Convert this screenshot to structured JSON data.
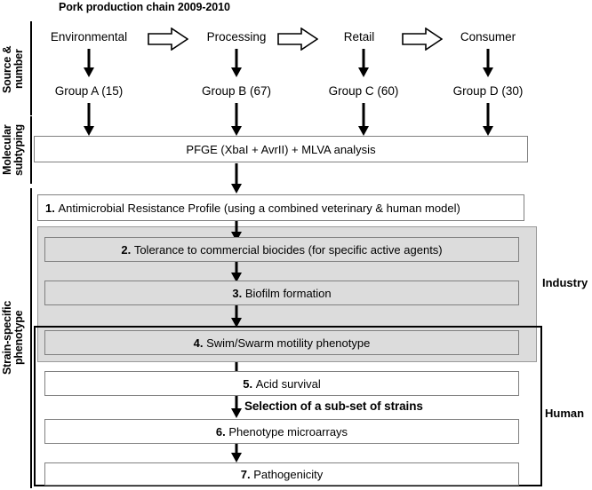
{
  "title": "Pork production chain 2009-2010",
  "bands": [
    {
      "id": "source-number",
      "label": "Source &\nnumber"
    },
    {
      "id": "molecular-subtyping",
      "label": "Molecular\nsubtyping"
    },
    {
      "id": "strain-specific-phenotype",
      "label": "Strain-specific\nphenotype"
    }
  ],
  "chain": {
    "stages": [
      {
        "source": "Environmental",
        "group": "Group A (15)",
        "count": 15
      },
      {
        "source": "Processing",
        "group": "Group B (67)",
        "count": 67
      },
      {
        "source": "Retail",
        "group": "Group C (60)",
        "count": 60
      },
      {
        "source": "Consumer",
        "group": "Group D (30)",
        "count": 30
      }
    ],
    "connector_icon": "block-right-arrow-icon",
    "down_icon": "down-arrow-icon"
  },
  "subtyping": {
    "box_label": "PFGE (XbaI + AvrII) + MLVA analysis"
  },
  "phenotype": {
    "steps": [
      {
        "num": "1.",
        "label": "Antimicrobial Resistance Profile (using a combined veterinary & human model)",
        "fill": "white"
      },
      {
        "num": "2.",
        "label": "Tolerance to commercial biocides (for specific active agents)",
        "fill": "gray"
      },
      {
        "num": "3.",
        "label": "Biofilm formation",
        "fill": "gray"
      },
      {
        "num": "4.",
        "label": "Swim/Swarm motility phenotype",
        "fill": "gray"
      },
      {
        "num": "5.",
        "label": "Acid survival",
        "fill": "white"
      },
      {
        "num": "6.",
        "label": "Phenotype microarrays",
        "fill": "white"
      },
      {
        "num": "7.",
        "label": "Pathogenicity",
        "fill": "white"
      }
    ],
    "selection_note": "Selection of a sub-set of strains",
    "regions": [
      {
        "id": "industry",
        "label": "Industry"
      },
      {
        "id": "human",
        "label": "Human"
      }
    ]
  },
  "colors": {
    "gray_fill": "#dcdcdc",
    "box_border": "#808080",
    "region_border": "#000000",
    "text": "#000000"
  }
}
